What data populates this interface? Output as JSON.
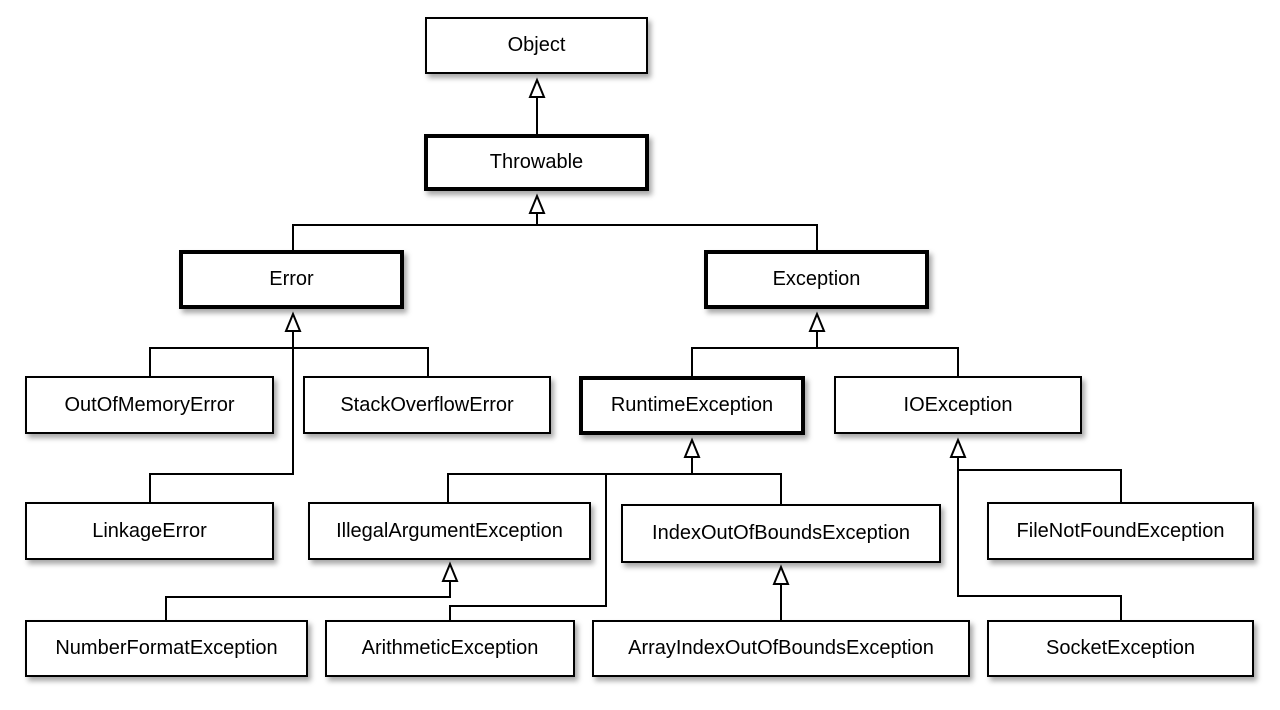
{
  "diagram": {
    "nodes": {
      "object": "Object",
      "throwable": "Throwable",
      "error": "Error",
      "exception": "Exception",
      "out_of_memory_error": "OutOfMemoryError",
      "stack_overflow_error": "StackOverflowError",
      "runtime_exception": "RuntimeException",
      "io_exception": "IOException",
      "linkage_error": "LinkageError",
      "illegal_argument_exception": "IllegalArgumentException",
      "index_out_of_bounds_exception": "IndexOutOfBoundsException",
      "file_not_found_exception": "FileNotFoundException",
      "number_format_exception": "NumberFormatException",
      "arithmetic_exception": "ArithmeticException",
      "array_index_out_of_bounds_exception": "ArrayIndexOutOfBoundsException",
      "socket_exception": "SocketException"
    },
    "inheritance": [
      {
        "child": "throwable",
        "parent": "object"
      },
      {
        "child": "error",
        "parent": "throwable"
      },
      {
        "child": "exception",
        "parent": "throwable"
      },
      {
        "child": "out_of_memory_error",
        "parent": "error"
      },
      {
        "child": "stack_overflow_error",
        "parent": "error"
      },
      {
        "child": "linkage_error",
        "parent": "error"
      },
      {
        "child": "runtime_exception",
        "parent": "exception"
      },
      {
        "child": "io_exception",
        "parent": "exception"
      },
      {
        "child": "illegal_argument_exception",
        "parent": "runtime_exception"
      },
      {
        "child": "index_out_of_bounds_exception",
        "parent": "runtime_exception"
      },
      {
        "child": "arithmetic_exception",
        "parent": "runtime_exception"
      },
      {
        "child": "number_format_exception",
        "parent": "illegal_argument_exception"
      },
      {
        "child": "array_index_out_of_bounds_exception",
        "parent": "index_out_of_bounds_exception"
      },
      {
        "child": "file_not_found_exception",
        "parent": "io_exception"
      },
      {
        "child": "socket_exception",
        "parent": "io_exception"
      }
    ]
  }
}
